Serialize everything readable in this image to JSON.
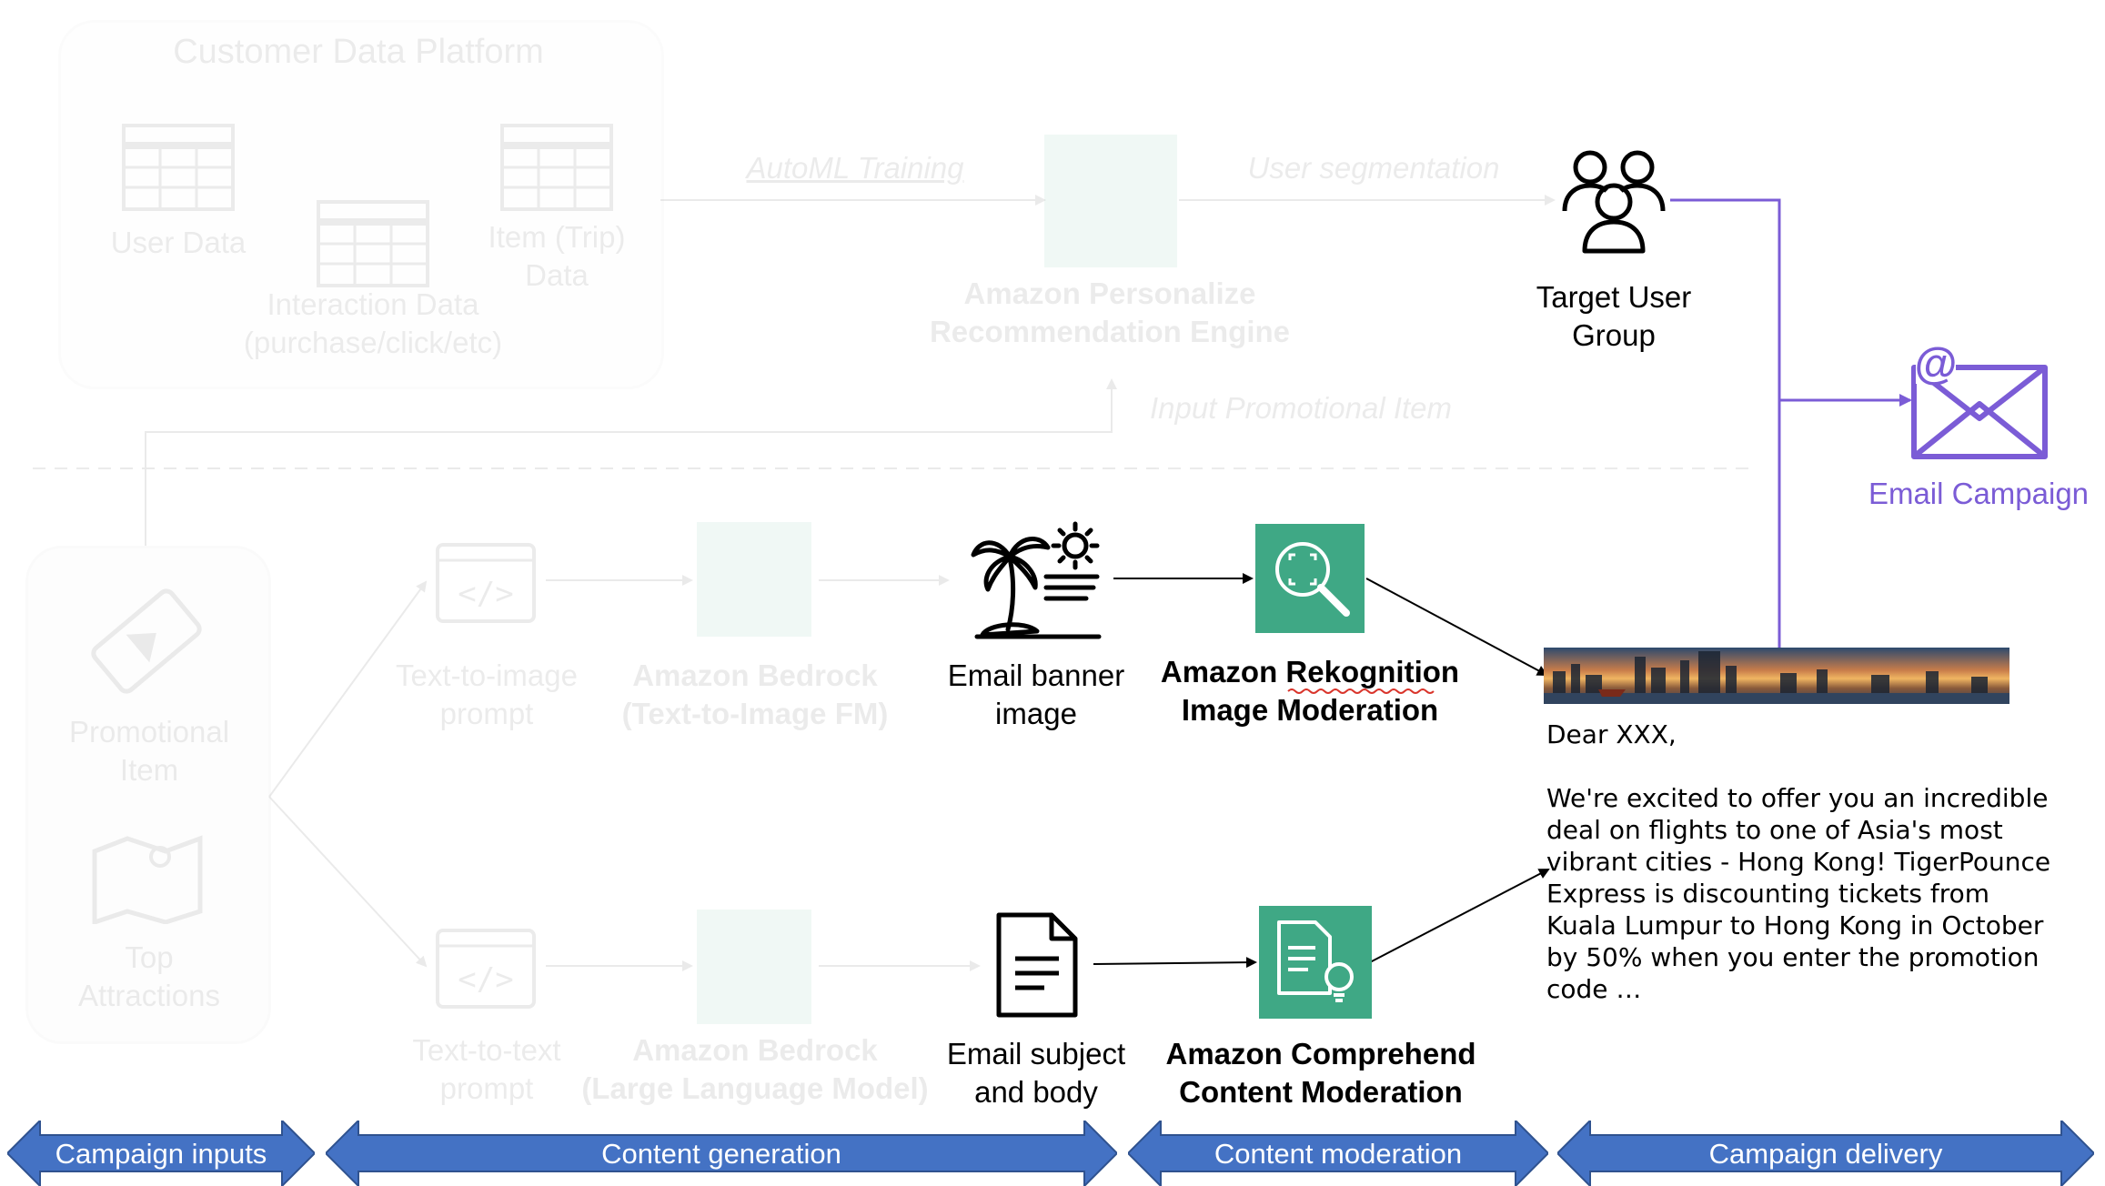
{
  "cdp": {
    "title": "Customer Data Platform",
    "user_data": "User Data",
    "interaction_data_1": "Interaction Data",
    "interaction_data_2": "(purchase/click/etc)",
    "item_data_1": "Item (Trip)",
    "item_data_2": "Data"
  },
  "personalize": {
    "automl_label": "AutoML Training",
    "segmentation_label": "User segmentation",
    "name_1": "Amazon Personalize",
    "name_2": "Recommendation Engine",
    "input_label": "Input Promotional Item"
  },
  "inputs": {
    "promo_1": "Promotional",
    "promo_2": "Item",
    "attractions_1": "Top",
    "attractions_2": "Attractions"
  },
  "generation": {
    "t2i_prompt_1": "Text-to-image",
    "t2i_prompt_2": "prompt",
    "bedrock_img_1": "Amazon Bedrock",
    "bedrock_img_2": "(Text-to-Image FM)",
    "t2t_prompt_1": "Text-to-text",
    "t2t_prompt_2": "prompt",
    "bedrock_llm_1": "Amazon Bedrock",
    "bedrock_llm_2": "(Large Language Model)"
  },
  "content": {
    "banner_1": "Email banner",
    "banner_2": "image",
    "subject_1": "Email subject",
    "subject_2": "and body"
  },
  "moderation": {
    "rekognition_1": "Amazon Rekognition",
    "rekognition_2": "Image Moderation",
    "comprehend_1": "Amazon Comprehend",
    "comprehend_2": "Content Moderation"
  },
  "delivery": {
    "target_1": "Target User",
    "target_2": "Group",
    "email_campaign": "Email Campaign",
    "email_greeting": "Dear XXX,",
    "email_lines": [
      "We're excited to offer you an incredible",
      "deal on flights to one of Asia's most",
      "vibrant cities - Hong Kong! TigerPounce",
      "Express is discounting tickets from",
      "Kuala Lumpur to Hong Kong in October",
      "by 50% when you enter the promotion",
      "code …"
    ]
  },
  "stages": {
    "inputs": "Campaign inputs",
    "generation": "Content generation",
    "moderation": "Content moderation",
    "delivery": "Campaign delivery"
  },
  "colors": {
    "service_green": "#3fa885",
    "purple": "#7b5cd6",
    "stage_blue": "#4472c4"
  }
}
